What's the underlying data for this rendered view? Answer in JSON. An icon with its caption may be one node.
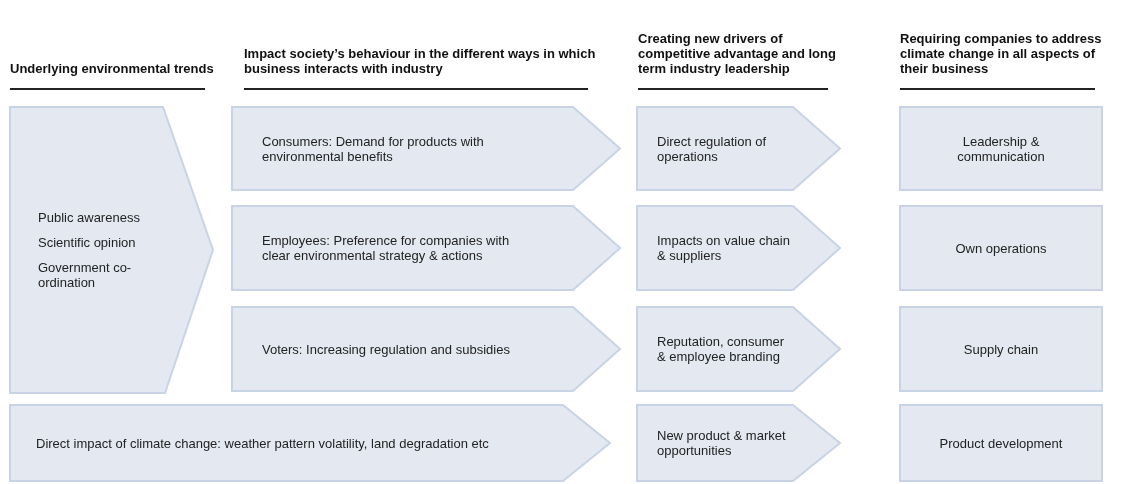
{
  "diagram": {
    "labels": [
      "Underlying environmental trends",
      "Impact society’s behaviour in the different ways in which business interacts with industry",
      "Creating new drivers of competitive advantage and long term industry leadership",
      "Requiring companies to address climate change in all aspects of their business"
    ],
    "nodes": [
      {
        "text": [
          "Public awareness",
          "Scientific opinion",
          "Government co-ordination"
        ]
      },
      {
        "text": [
          "Consumers: Demand for products with environmental benefits"
        ]
      },
      {
        "text": [
          "Employees: Preference for companies with clear environmental strategy & actions"
        ]
      },
      {
        "text": [
          "Voters: Increasing regulation and subsidies"
        ]
      },
      {
        "text": [
          "Direct impact of climate change: weather pattern volatility, land degradation etc"
        ]
      },
      {
        "text": [
          "Direct regulation of operations"
        ]
      },
      {
        "text": [
          "Impacts on value chain & suppliers"
        ]
      },
      {
        "text": [
          "Reputation, consumer & employee branding"
        ]
      },
      {
        "text": [
          "New product & market opportunities"
        ]
      },
      {
        "text": [
          "Leadership & communication"
        ]
      },
      {
        "text": [
          "Own operations"
        ]
      },
      {
        "text": [
          "Supply chain"
        ]
      },
      {
        "text": [
          "Product development"
        ]
      }
    ]
  }
}
